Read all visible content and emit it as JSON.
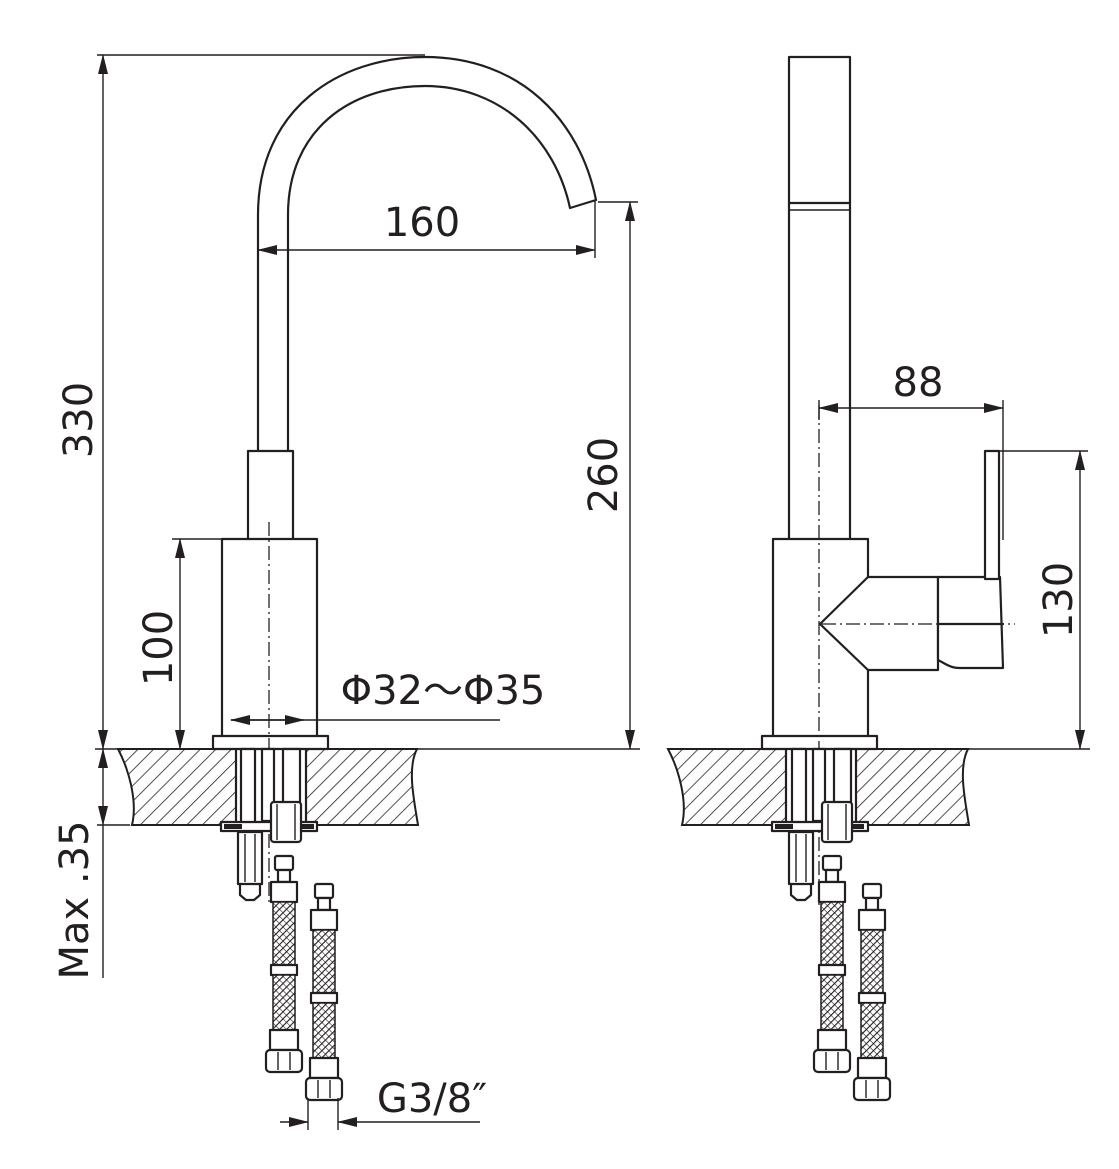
{
  "colors": {
    "line": "#231f20",
    "background": "#ffffff"
  },
  "dimensions": {
    "total_height": "330",
    "spout_reach": "160",
    "spout_outlet_height": "260",
    "base_height": "100",
    "hole_diameter": "Φ32～Φ35",
    "max_deck_thickness": "Max .35",
    "side_reach": "88",
    "handle_height": "130",
    "hose_thread": "G3/8″"
  }
}
